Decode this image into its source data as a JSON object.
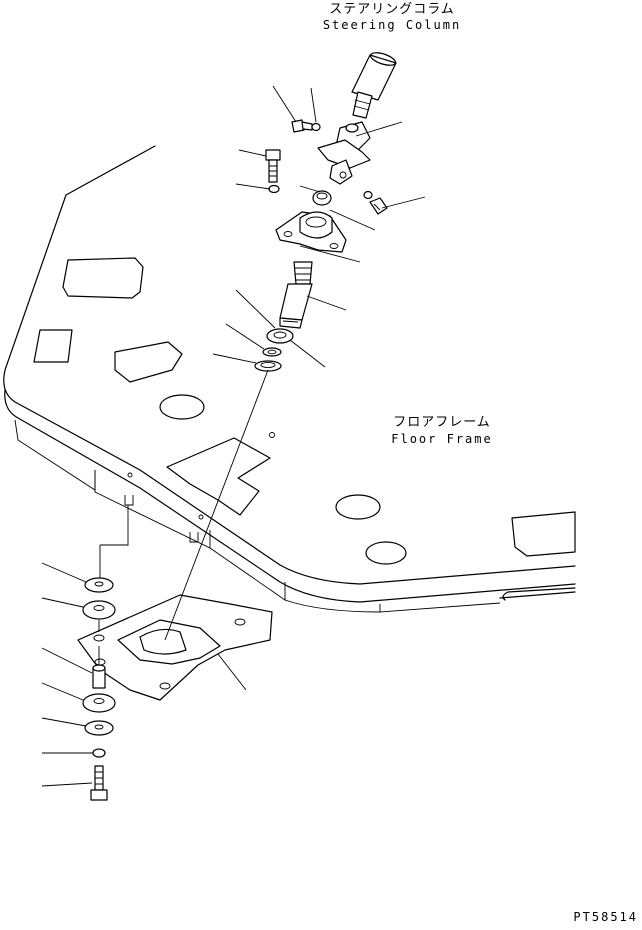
{
  "labels": {
    "steering_column_jp": "ステアリングコラム",
    "steering_column_en": "Steering Column",
    "floor_frame_jp": "フロアフレーム",
    "floor_frame_en": "Floor Frame"
  },
  "drawing_code": "PT58514"
}
